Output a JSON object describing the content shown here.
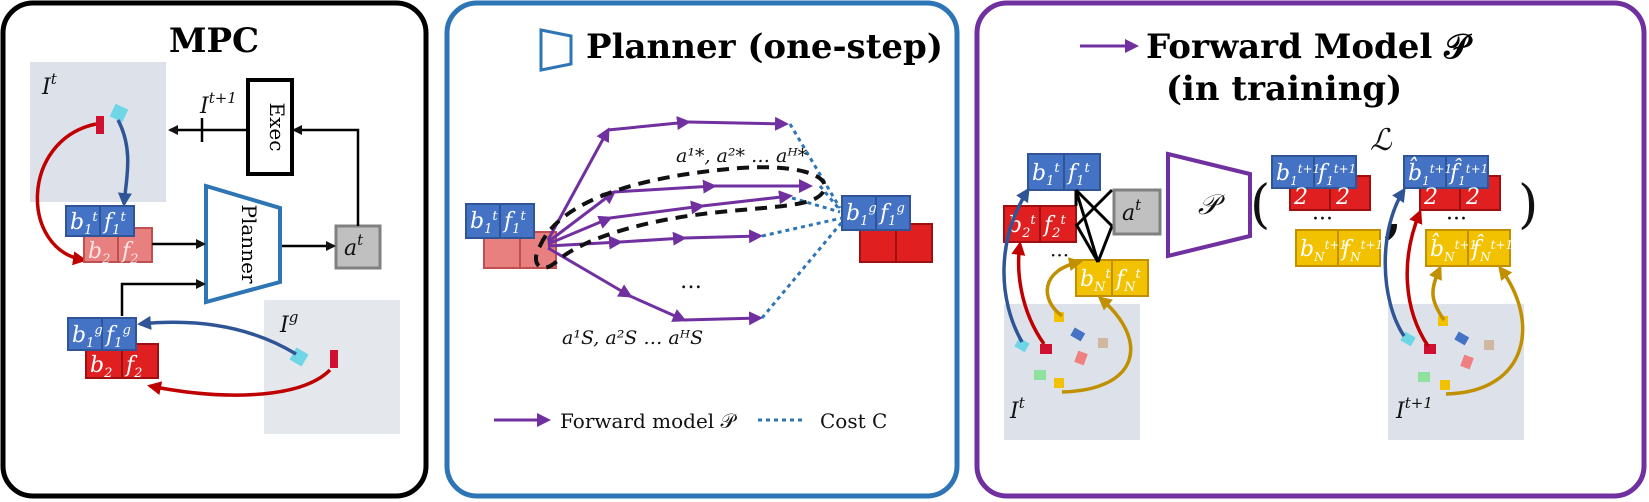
{
  "panels": {
    "mpc": {
      "title": "MPC",
      "image_current_label": "I",
      "image_current_sup": "t",
      "image_next_label": "I",
      "image_next_sup": "t+1",
      "image_goal_label": "I",
      "image_goal_sup": "g",
      "exec_label": "Exec",
      "planner_label": "Planner",
      "action_label": "a",
      "action_sup": "t",
      "b1": "b",
      "f1": "f",
      "sub1": "1",
      "sub2": "2",
      "sup_t": "t",
      "sup_g": "g"
    },
    "planner": {
      "title": "Planner (one-step)",
      "best_actions": "a¹*, a²* … aᴴ*",
      "sampled_actions": "a¹S, a²S … aᴴS",
      "ellipsis": "…",
      "legend_forward": "Forward model 𝒫",
      "legend_cost": "Cost C"
    },
    "forward": {
      "title_line1": "Forward Model 𝒫",
      "title_line2": "(in training)",
      "model_label": "𝒫",
      "loss_label": "ℒ",
      "image_current_label": "I",
      "image_current_sup": "t",
      "image_next_label": "I",
      "image_next_sup": "t+1",
      "action_label": "a",
      "action_sup": "t",
      "dots": "···",
      "open_paren": "(",
      "close_paren": ")",
      "comma": ","
    }
  },
  "colors": {
    "blue_box": "#4472c4",
    "red_box": "#e02020",
    "light_red": "#e88080",
    "yellow_box": "#f2c200",
    "gray_box": "#c0c0c0",
    "purple": "#7030a0",
    "planner_blue": "#2e75b6",
    "dark_red_arrow": "#c00000",
    "dark_blue_arrow": "#2f5597",
    "gold_arrow": "#c09000"
  }
}
